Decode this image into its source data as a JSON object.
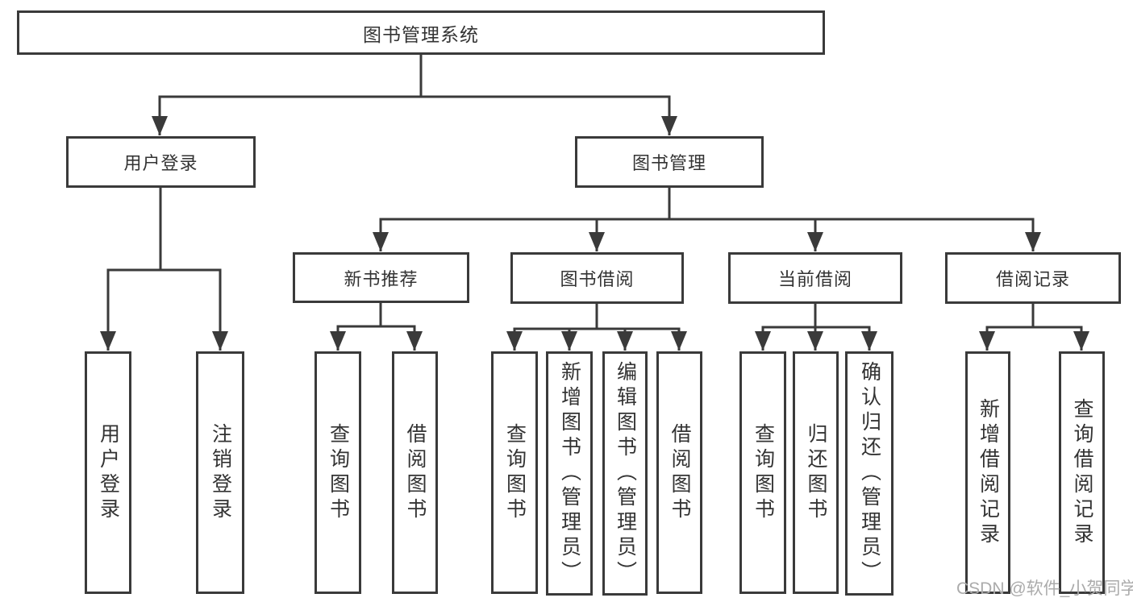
{
  "diagram": {
    "root": {
      "label": "图书管理系统"
    },
    "level2": [
      {
        "label": "用户登录"
      },
      {
        "label": "图书管理"
      }
    ],
    "level3": [
      {
        "label": "新书推荐"
      },
      {
        "label": "图书借阅"
      },
      {
        "label": "当前借阅"
      },
      {
        "label": "借阅记录"
      }
    ],
    "leaves": {
      "user_login": [
        "用户登录",
        "注销登录"
      ],
      "new_book": [
        "查询图书",
        "借阅图书"
      ],
      "book_borrow": [
        "查询图书",
        "新增图书（管理员）",
        "编辑图书（管理员）",
        "借阅图书"
      ],
      "current_borrow": [
        "查询图书",
        "归还图书",
        "确认归还（管理员）"
      ],
      "borrow_records": [
        "新增借阅记录",
        "查询借阅记录"
      ]
    }
  },
  "watermark": {
    "text": "CSDN @软件_小贺同学"
  },
  "colors": {
    "line": "#3a3a3a",
    "text": "#333333",
    "background": "#ffffff",
    "watermark": "#ababab"
  }
}
